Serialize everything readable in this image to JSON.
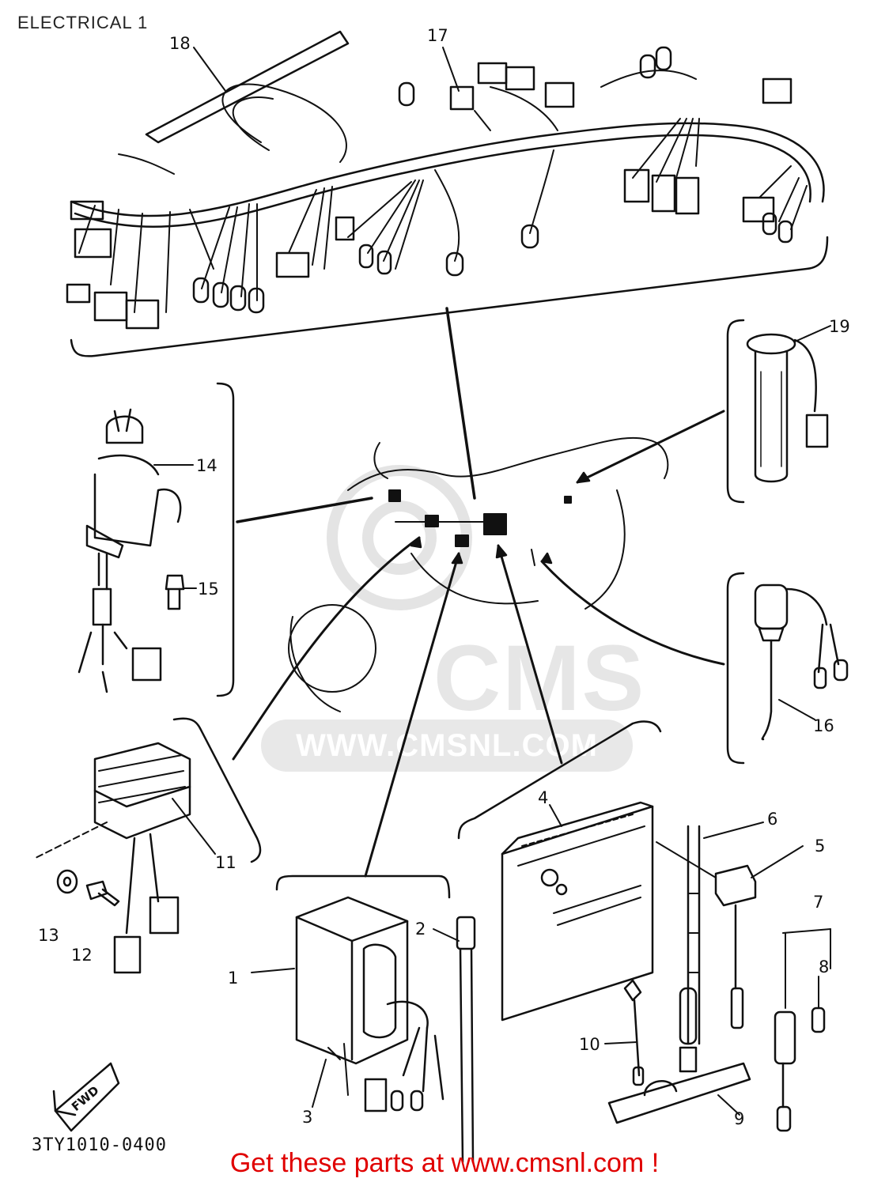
{
  "title": "ELECTRICAL 1",
  "diagram_code": "3TY1010-0400",
  "promo_text": "Get these parts at www.cmsnl.com !",
  "watermark": {
    "brand": "CMS",
    "url": "WWW.CMSNL.COM"
  },
  "fwd_label": "FWD",
  "callouts": {
    "c1": "1",
    "c2": "2",
    "c3": "3",
    "c4": "4",
    "c5": "5",
    "c6": "6",
    "c7": "7",
    "c8": "8",
    "c9": "9",
    "c10": "10",
    "c11": "11",
    "c12": "12",
    "c13": "13",
    "c14": "14",
    "c15": "15",
    "c16": "16",
    "c17": "17",
    "c18": "18",
    "c19": "19"
  },
  "colors": {
    "ink": "#111111",
    "promo": "#e00000",
    "watermark": "#e6e6e6"
  }
}
